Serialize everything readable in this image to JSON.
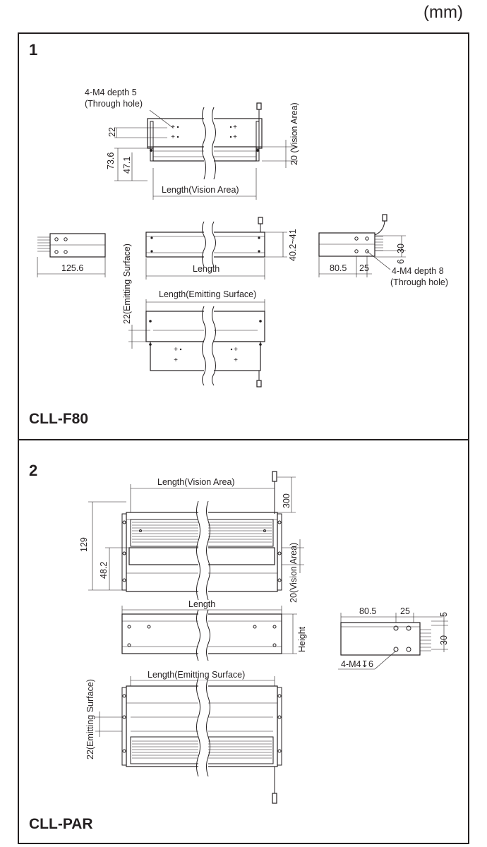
{
  "unit_label": "(mm)",
  "panel1": {
    "number": "1",
    "model": "CLL-F80",
    "labels": {
      "hole_top": "4-M4 depth 5",
      "hole_top_sub": "(Through hole)",
      "dim_22": "22",
      "dim_73_6": "73.6",
      "dim_47_1": "47.1",
      "vision_area_height": "20 (Vision Area)",
      "length_vision_area": "Length(Vision Area)",
      "dim_125_6": "125.6",
      "emitting_surface_side": "22(Emitting Surface)",
      "length": "Length",
      "dim_40_2_41": "40.2~41",
      "dim_30": "30",
      "dim_6": "6",
      "dim_80_5": "80.5",
      "dim_25": "25",
      "hole_side": "4-M4 depth 8",
      "hole_side_sub": "(Through hole)",
      "length_emitting_surface": "Length(Emitting Surface)"
    }
  },
  "panel2": {
    "number": "2",
    "model": "CLL-PAR",
    "labels": {
      "length_vision_area": "Length(Vision Area)",
      "dim_300": "300",
      "dim_129": "129",
      "dim_48_2": "48.2",
      "vision_area_height": "20(Vision Area)",
      "length": "Length",
      "height": "Height",
      "dim_80_5": "80.5",
      "dim_25": "25",
      "dim_5": "5",
      "dim_30": "30",
      "hole_side": "4-M4↧6",
      "length_emitting_surface": "Length(Emitting Surface)",
      "emitting_surface_side": "22(Emitting Surface)"
    }
  }
}
